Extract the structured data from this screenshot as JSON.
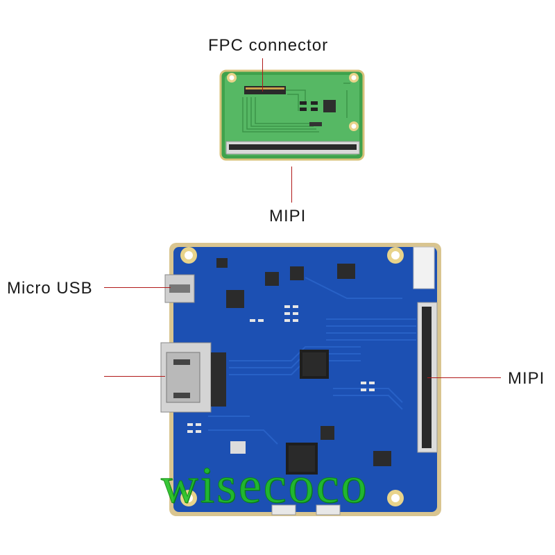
{
  "labels": {
    "fpc_connector": "FPC connector",
    "mipi_top": "MIPI",
    "micro_usb": "Micro USB",
    "mipi_right": "MIPI"
  },
  "watermark": "wisecoco",
  "colors": {
    "callout_line": "#b01818",
    "small_board": "#4fb15a",
    "main_board": "#1b4fb0",
    "watermark": "#22c222"
  }
}
